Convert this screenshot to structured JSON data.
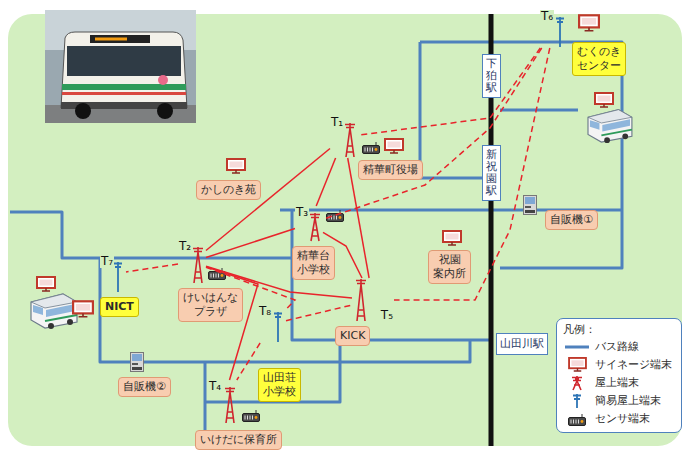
{
  "diagram": {
    "nodes": [
      {
        "text": [
          "T₆"
        ]
      },
      {
        "text": [
          "むくのき センター"
        ]
      },
      {
        "text": [
          "下狛駅"
        ]
      },
      {
        "text": [
          "T₁"
        ]
      },
      {
        "text": [
          "精華町役場"
        ]
      },
      {
        "text": [
          "新祝園駅"
        ]
      },
      {
        "text": [
          "かしのき苑"
        ]
      },
      {
        "text": [
          "自販機①"
        ]
      },
      {
        "text": [
          "T₃"
        ]
      },
      {
        "text": [
          "T₂"
        ]
      },
      {
        "text": [
          "精華台 小学校"
        ]
      },
      {
        "text": [
          "祝園 案内所"
        ]
      },
      {
        "text": [
          "T₇"
        ]
      },
      {
        "text": [
          "けいはんな プラザ"
        ]
      },
      {
        "text": [
          "NICT"
        ]
      },
      {
        "text": [
          "T₈"
        ]
      },
      {
        "text": [
          "T₅"
        ]
      },
      {
        "text": [
          "KICK"
        ]
      },
      {
        "text": [
          "山田川駅"
        ]
      },
      {
        "text": [
          "山田荘 小学校"
        ]
      },
      {
        "text": [
          "自販機②"
        ]
      },
      {
        "text": [
          "T₄"
        ]
      },
      {
        "text": [
          "いけだに保育所"
        ]
      }
    ],
    "edges": [
      {
        "from": 3,
        "to": 9,
        "arrow": "none"
      },
      {
        "from": 3,
        "to": 8,
        "arrow": "none"
      },
      {
        "from": 3,
        "to": 16,
        "arrow": "none"
      },
      {
        "from": 9,
        "to": 8,
        "arrow": "none"
      },
      {
        "from": 8,
        "to": 16,
        "arrow": "none"
      },
      {
        "from": 9,
        "to": 16,
        "arrow": "none"
      },
      {
        "from": 9,
        "to": 21,
        "arrow": "none"
      },
      {
        "from": 0,
        "to": 3,
        "arrow": "none"
      },
      {
        "from": 0,
        "to": 8,
        "arrow": "none"
      },
      {
        "from": 0,
        "to": 16,
        "arrow": "none"
      },
      {
        "from": 9,
        "to": 12,
        "arrow": "none"
      },
      {
        "from": 9,
        "to": 15,
        "arrow": "none"
      },
      {
        "from": 15,
        "to": 21,
        "arrow": "none"
      },
      {
        "from": 15,
        "to": 16,
        "arrow": "none"
      }
    ],
    "labels": [
      "凡例："
    ],
    "legend": [
      {
        "text": "バス路線"
      },
      {
        "text": "サイネージ端末"
      },
      {
        "text": "屋上端末"
      },
      {
        "text": "簡易屋上端末"
      },
      {
        "text": "センサ端末"
      }
    ]
  }
}
